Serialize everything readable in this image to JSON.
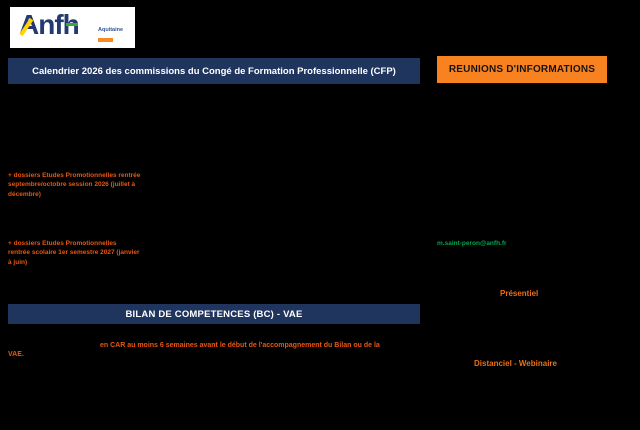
{
  "logo": {
    "brand": "Anfh",
    "region": "Aquitaine"
  },
  "left_column": {
    "banner_cfp": "Calendrier 2026 des commissions du Congé de Formation Professionnelle (CFP)",
    "ep_note_1": {
      "lines": [
        "+ dossiers Etudes Promotionnelles rentrée",
        "septembre/octobre session 2026 (juillet à",
        "décembre)"
      ]
    },
    "ep_note_2": {
      "lines": [
        "+ dossiers Etudes Promotionnelles",
        "rentrée scolaire 1er semestre 2027 (janvier",
        "à juin)"
      ]
    },
    "banner_bc": "BILAN DE COMPETENCES (BC) -  VAE",
    "bc_note": {
      "line1": "en CAR au moins 6 semaines avant le début de l'accompagnement du Bilan ou de la",
      "line2": "VAE."
    }
  },
  "right_column": {
    "banner_reunions": "REUNIONS D'INFORMATIONS",
    "contact_email": "m.saint-peron@anfh.fr",
    "presentiel_label": "Présentiel",
    "distanciel_label": "Distanciel - Webinaire"
  },
  "colors": {
    "background": "#000000",
    "navy_banner": "#20355E",
    "orange_banner": "#F8821F",
    "orange_text": "#EA560D",
    "green_text": "#00A651",
    "logo_navy": "#223A70",
    "logo_yellow": "#FFD400",
    "logo_green": "#3FA535",
    "logo_orange": "#F68B1F"
  }
}
